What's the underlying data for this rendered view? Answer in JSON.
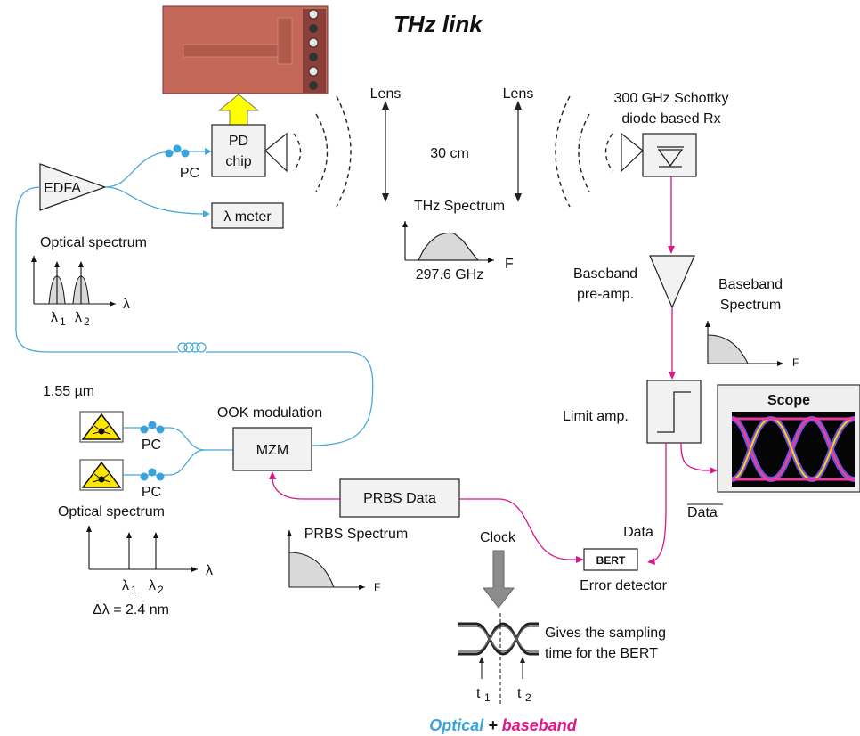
{
  "title": "THz link",
  "thz": {
    "pd_chip": [
      "PD",
      "chip"
    ],
    "lens_left": "Lens",
    "lens_right": "Lens",
    "distance": "30 cm",
    "spectrum_label": "THz Spectrum",
    "spectrum_freq": "297.6 GHz",
    "spectrum_axis": "F",
    "receiver": [
      "300 GHz Schottky",
      "diode based Rx"
    ]
  },
  "optical": {
    "edfa": "EDFA",
    "pc_labels": [
      "PC",
      "PC",
      "PC"
    ],
    "lambda_meter": "λ meter",
    "spectrum_top_label": "Optical spectrum",
    "spectrum_bottom_label": "Optical spectrum",
    "lambda_axis": "λ",
    "lambda1": "λ",
    "lambda2": "λ",
    "sub1": "1",
    "sub2": "2",
    "delta_lambda": "Δλ = 2.4 nm",
    "laser_wavelength": "1.55 µm",
    "modulation": "OOK modulation",
    "mzm": "MZM"
  },
  "baseband": {
    "prbs_data": "PRBS Data",
    "prbs_spectrum": "PRBS Spectrum",
    "axis_f": "F",
    "preamp_label": [
      "Baseband",
      "pre-amp."
    ],
    "bb_spectrum_label": [
      "Baseband",
      "Spectrum"
    ],
    "limit_amp": "Limit amp.",
    "scope": "Scope",
    "data_bar": "Data",
    "data": "Data",
    "bert": "BERT",
    "error_detector": "Error detector",
    "clock": "Clock",
    "sampling_note": [
      "Gives the sampling",
      "time for the BERT"
    ],
    "t1": "t",
    "t2": "t",
    "t_sub1": "1",
    "t_sub2": "2"
  },
  "legend": {
    "optical": "Optical",
    "plus": " + ",
    "baseband": "baseband",
    "optical_color": "#3aa3dc",
    "baseband_color": "#e0168c"
  }
}
